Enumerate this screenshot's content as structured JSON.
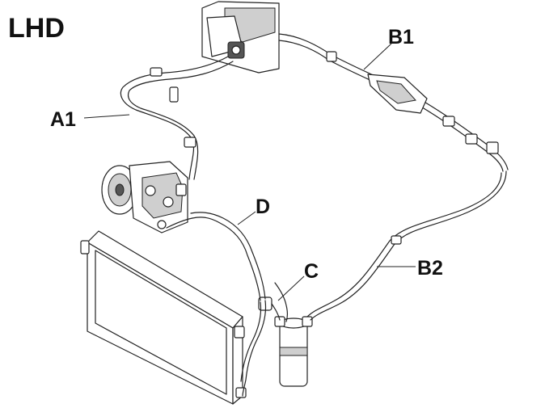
{
  "diagram": {
    "heading": "LHD",
    "labels": {
      "a1": "A1",
      "b1": "B1",
      "b2": "B2",
      "c": "C",
      "d": "D"
    }
  },
  "colors": {
    "ink": "#222222",
    "background": "#ffffff",
    "shading": "#cfcfcf"
  }
}
